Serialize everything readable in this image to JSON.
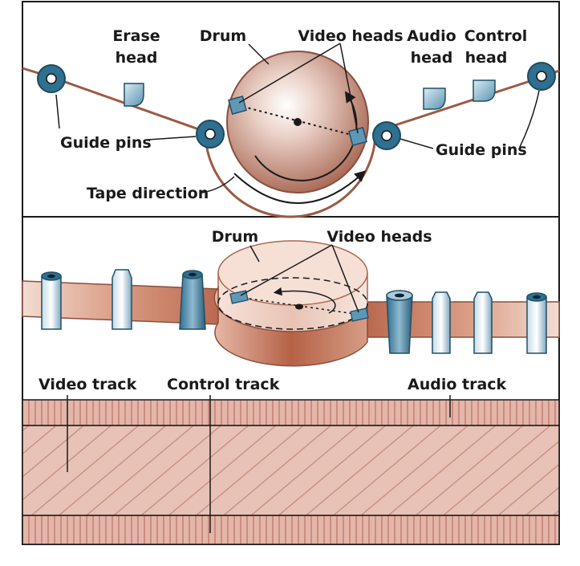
{
  "top_panel": {
    "labels": {
      "erase_head_line1": "Erase",
      "erase_head_line2": "head",
      "drum": "Drum",
      "video_heads": "Video heads",
      "audio_head_line1": "Audio",
      "audio_head_line2": "head",
      "control_head_line1": "Control",
      "control_head_line2": "head",
      "guide_pins_left": "Guide pins",
      "guide_pins_right": "Guide pins",
      "tape_direction": "Tape direction"
    }
  },
  "bottom_panel": {
    "labels": {
      "drum": "Drum",
      "video_heads": "Video heads"
    }
  },
  "tape_tracks": {
    "labels": {
      "video_track": "Video track",
      "control_track": "Control track",
      "audio_track": "Audio track"
    }
  },
  "colors": {
    "tape": "#b86a4e",
    "tape_light": "#f2d8cc",
    "head_blue": "#2f6f8f",
    "head_light": "#d4e6ee",
    "track_fill": "#e4b6a9",
    "frame": "#1a1a1a"
  }
}
